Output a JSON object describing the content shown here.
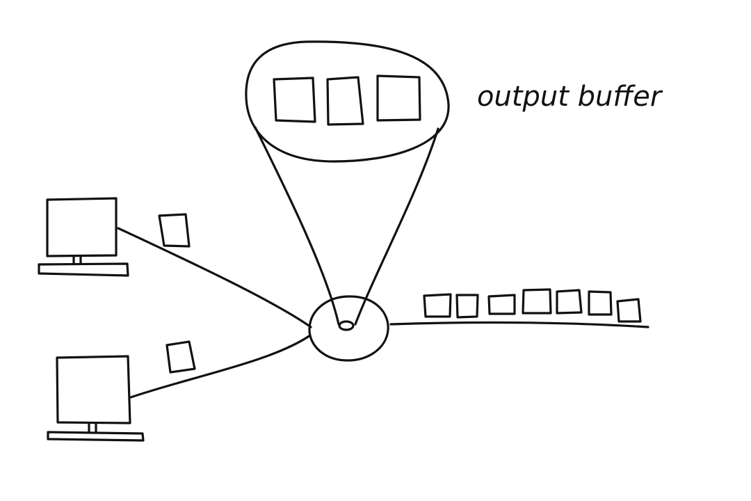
{
  "diagram": {
    "labels": {
      "output_buffer": "output buffer"
    },
    "colors": {
      "ink": "#111111",
      "background": "#ffffff"
    },
    "hosts": [
      {
        "id": "host-top",
        "icon": "computer-monitor-icon"
      },
      {
        "id": "host-bottom",
        "icon": "computer-monitor-icon"
      }
    ],
    "router": {
      "icon": "router-icon"
    },
    "buffer": {
      "packets_shown": 3
    },
    "outgoing_link": {
      "packets_queued": 7
    },
    "incoming_packets": 2
  }
}
